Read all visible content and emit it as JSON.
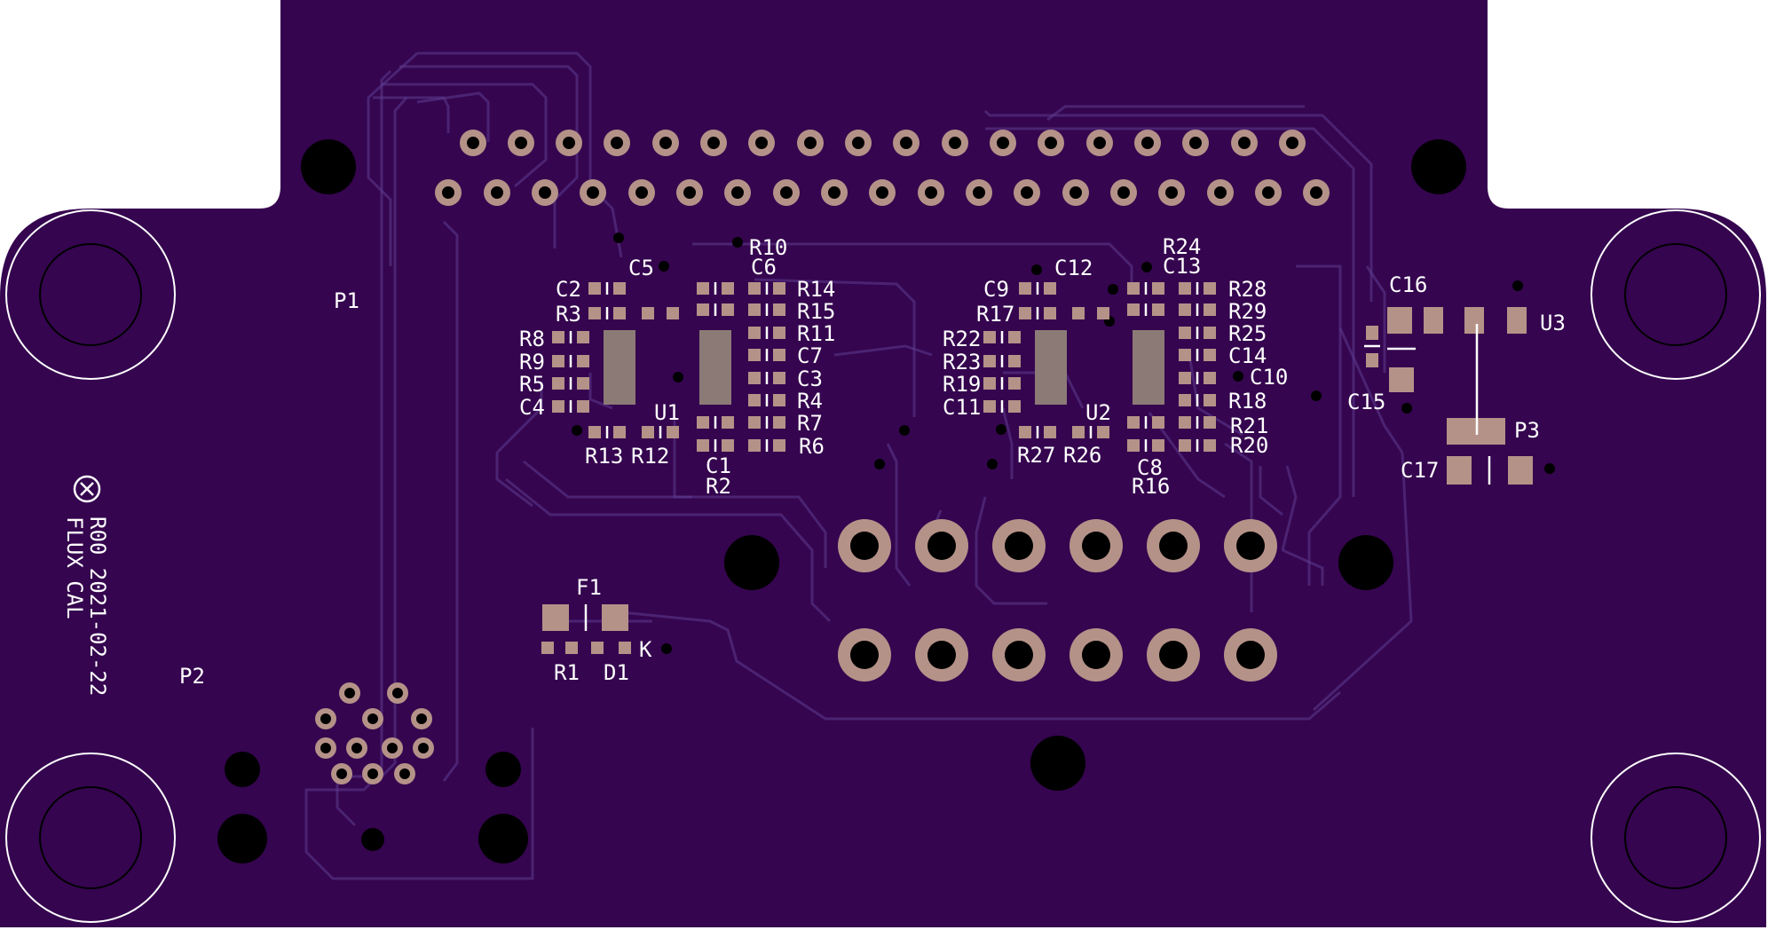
{
  "board": {
    "title_text": "FLUX CAL",
    "revision_text": "R00 2021-02-22",
    "logo": "flux-logo-icon",
    "colors": {
      "background": "#ffffff",
      "solder_mask": "#35054f",
      "pad": "#b59288",
      "silkscreen": "#ffffff",
      "drill": "#000000"
    }
  },
  "connectors": {
    "p1": "P1",
    "p2": "P2",
    "p3": "P3"
  },
  "group1": {
    "labels": [
      "C2",
      "C5",
      "R10",
      "C6",
      "R14",
      "R3",
      "R15",
      "R8",
      "R11",
      "R9",
      "C7",
      "R5",
      "C3",
      "C4",
      "R4",
      "U1",
      "R7",
      "R13",
      "R12",
      "R6",
      "C1",
      "R2"
    ]
  },
  "group2": {
    "labels": [
      "C9",
      "C12",
      "R24",
      "C13",
      "R28",
      "R17",
      "R29",
      "R22",
      "R25",
      "R23",
      "C14",
      "R19",
      "C10",
      "C11",
      "R18",
      "U2",
      "R21",
      "R27",
      "R26",
      "R20",
      "C8",
      "R16"
    ]
  },
  "regulator": {
    "labels": [
      "C16",
      "U3",
      "C15",
      "P3",
      "C17"
    ]
  },
  "protection": {
    "labels": [
      "F1",
      "K",
      "R1",
      "D1"
    ]
  }
}
